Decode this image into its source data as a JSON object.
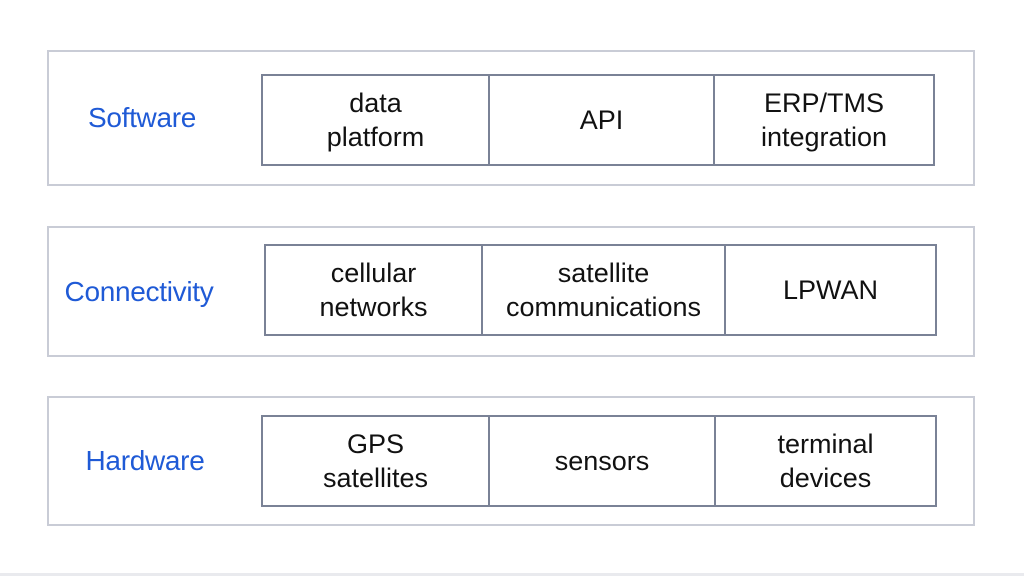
{
  "layers": [
    {
      "label": "Software",
      "cells": [
        "data\nplatform",
        "API",
        "ERP/TMS\nintegration"
      ]
    },
    {
      "label": "Connectivity",
      "cells": [
        "cellular\nnetworks",
        "satellite\ncommunications",
        "LPWAN"
      ]
    },
    {
      "label": "Hardware",
      "cells": [
        "GPS\nsatellites",
        "sensors",
        "terminal\ndevices"
      ]
    }
  ],
  "colors": {
    "label": "#1f5ad6",
    "outer_border": "#c9ccd6",
    "cell_border": "#7a8296",
    "text": "#111111"
  }
}
